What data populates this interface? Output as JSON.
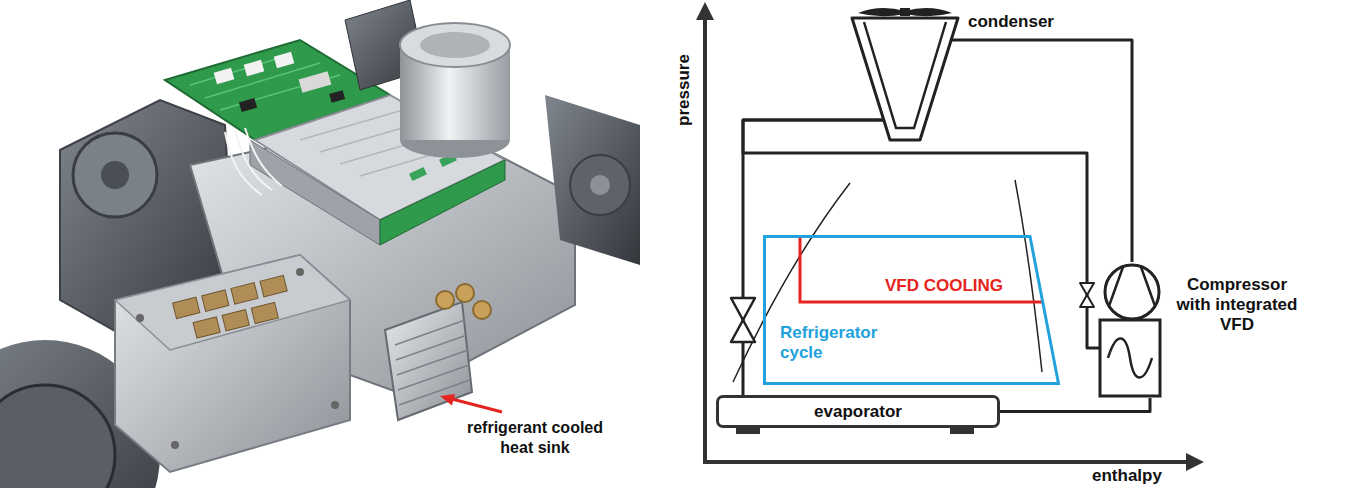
{
  "diagram": {
    "nodes": [
      {
        "text": [
          "condenser"
        ]
      },
      {
        "text": [
          "Refrigerator cycle"
        ]
      },
      {
        "text": [
          "Compressor with integrated VFD"
        ]
      },
      {
        "text": [
          "evaporator"
        ]
      }
    ],
    "edges": [
      {
        "from": 0,
        "to": 2,
        "arrow": "none"
      },
      {
        "from": 0,
        "to": 3,
        "arrow": "none"
      },
      {
        "from": 3,
        "to": 2,
        "arrow": "none"
      },
      {
        "from": 0,
        "to": 2,
        "arrow": "none"
      }
    ],
    "labels": [
      "refrigerant cooled heat sink",
      "pressure",
      "VFD COOLING",
      "enthalpy"
    ]
  }
}
